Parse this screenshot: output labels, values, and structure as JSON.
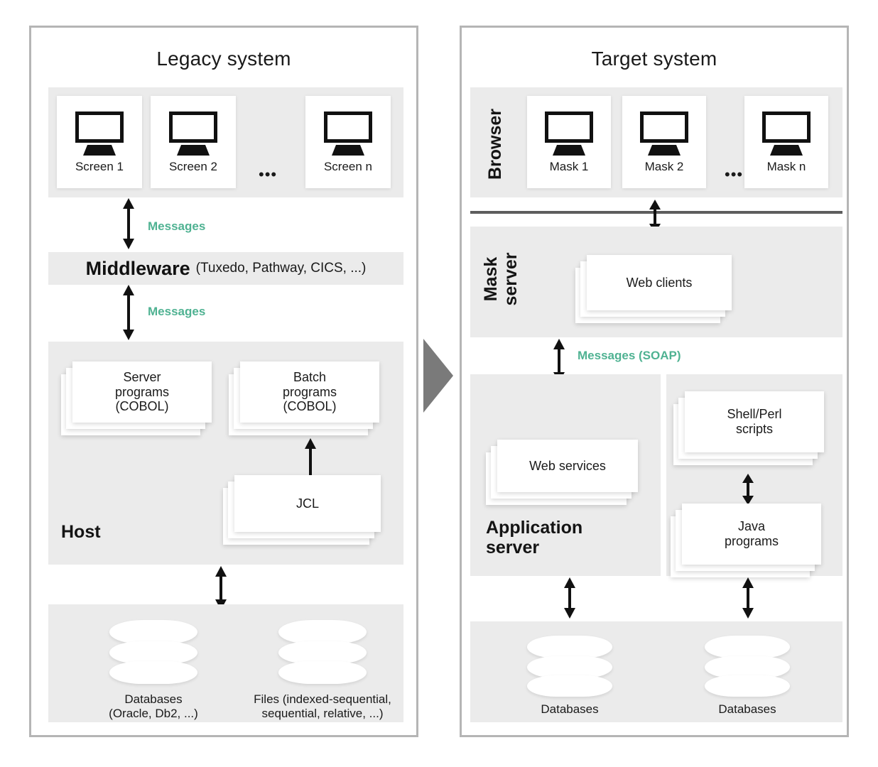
{
  "diagram": {
    "transition_arrow": "migration-arrow",
    "accent_green": "#4fb292",
    "zone_gray": "#ebebeb",
    "panel_border": "#b5b5b5",
    "divider_color": "#5d5d5d"
  },
  "legacy": {
    "title": "Legacy system",
    "screens_zone": {
      "tiles": [
        {
          "label": "Screen 1",
          "icon": "monitor-icon"
        },
        {
          "label": "Screen 2",
          "icon": "monitor-icon"
        },
        {
          "label": "Screen n",
          "icon": "monitor-icon"
        }
      ],
      "ellipsis": "•••"
    },
    "messages_top": "Messages",
    "middleware": {
      "name": "Middleware",
      "detail": "(Tuxedo, Pathway, CICS, ...)"
    },
    "messages_bottom": "Messages",
    "host": {
      "label": "Host",
      "stacks": [
        {
          "name": "server-programs",
          "text": "Server\nprograms\n(COBOL)"
        },
        {
          "name": "batch-programs",
          "text": "Batch\nprograms\n(COBOL)"
        },
        {
          "name": "jcl",
          "text": "JCL"
        }
      ]
    },
    "storage": {
      "items": [
        {
          "name": "databases",
          "icon": "database-cylinder-icon",
          "label": "Databases\n(Oracle, Db2, ...)"
        },
        {
          "name": "files",
          "icon": "database-cylinder-icon",
          "label": "Files (indexed-sequential,\nsequential, relative, ...)"
        }
      ]
    }
  },
  "target": {
    "title": "Target system",
    "browser_zone": {
      "label": "Browser",
      "tiles": [
        {
          "label": "Mask 1",
          "icon": "monitor-icon"
        },
        {
          "label": "Mask 2",
          "icon": "monitor-icon"
        },
        {
          "label": "Mask n",
          "icon": "monitor-icon"
        }
      ],
      "ellipsis": "•••"
    },
    "mask_server": {
      "label": "Mask\nserver",
      "stacks": [
        {
          "name": "web-clients",
          "text": "Web clients"
        }
      ]
    },
    "messages_soap": "Messages (SOAP)",
    "application_server": {
      "label": "Application\nserver",
      "stacks": [
        {
          "name": "web-services",
          "text": "Web services"
        }
      ]
    },
    "scripts_zone": {
      "stacks": [
        {
          "name": "shell-perl-scripts",
          "text": "Shell/Perl\nscripts"
        },
        {
          "name": "java-programs",
          "text": "Java\nprograms"
        }
      ]
    },
    "storage": {
      "items": [
        {
          "name": "databases-left",
          "icon": "database-cylinder-icon",
          "label": "Databases"
        },
        {
          "name": "databases-right",
          "icon": "database-cylinder-icon",
          "label": "Databases"
        }
      ]
    }
  }
}
